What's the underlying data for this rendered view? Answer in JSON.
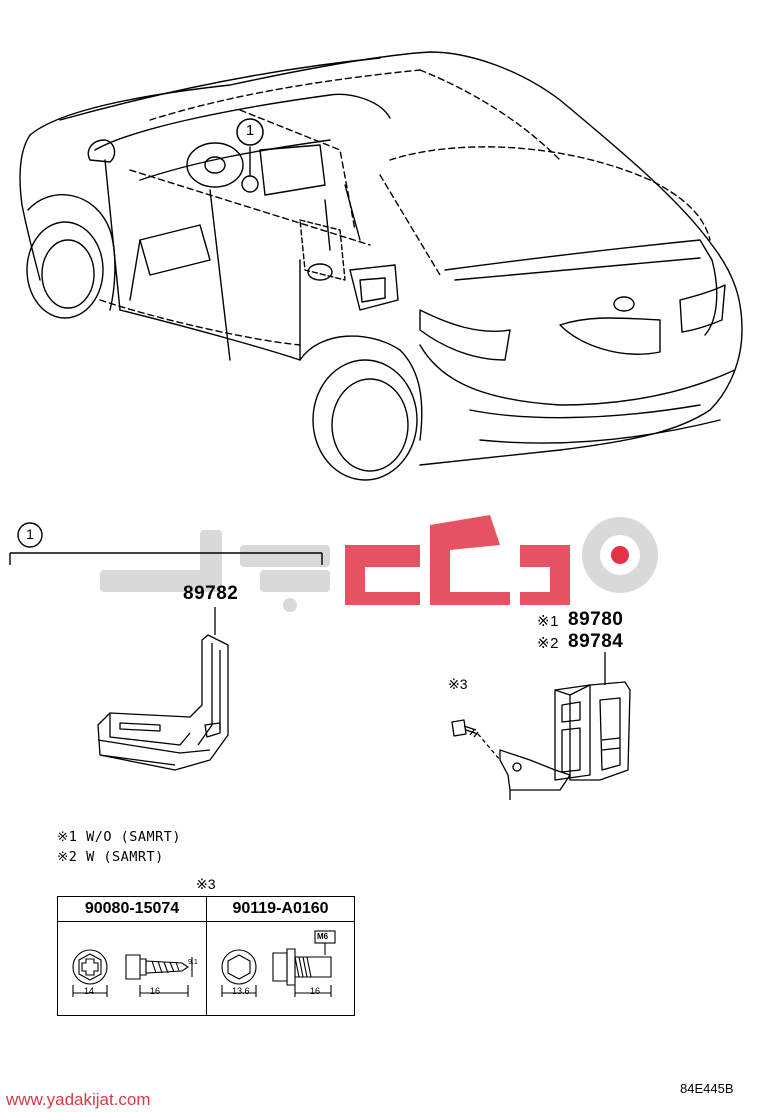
{
  "callout": {
    "label": "1"
  },
  "section_marker": {
    "label": "1"
  },
  "parts": {
    "bracket_part_no": "89782",
    "module_part_no_1": "89780",
    "module_part_no_2": "89784",
    "module_prefix_1": "※1",
    "module_prefix_2": "※2",
    "screw_marker": "※3"
  },
  "notes": {
    "note1": "※1 W/O (SAMRT)",
    "note2": "※2 W (SAMRT)"
  },
  "fastener_table": {
    "marker": "※3",
    "columns": [
      {
        "part_no": "90080-15074",
        "dims": [
          "14",
          "16"
        ],
        "side_label": "9.1"
      },
      {
        "part_no": "90119-A0160",
        "dims": [
          "13.6",
          "16"
        ],
        "thread_label": "M6"
      }
    ]
  },
  "watermark": {
    "url": "www.yadakijat.com"
  },
  "diagram_code": "84E445B",
  "colors": {
    "line": "#000000",
    "watermark_red": "#e03445",
    "watermark_grey": "#d9d9d9"
  }
}
